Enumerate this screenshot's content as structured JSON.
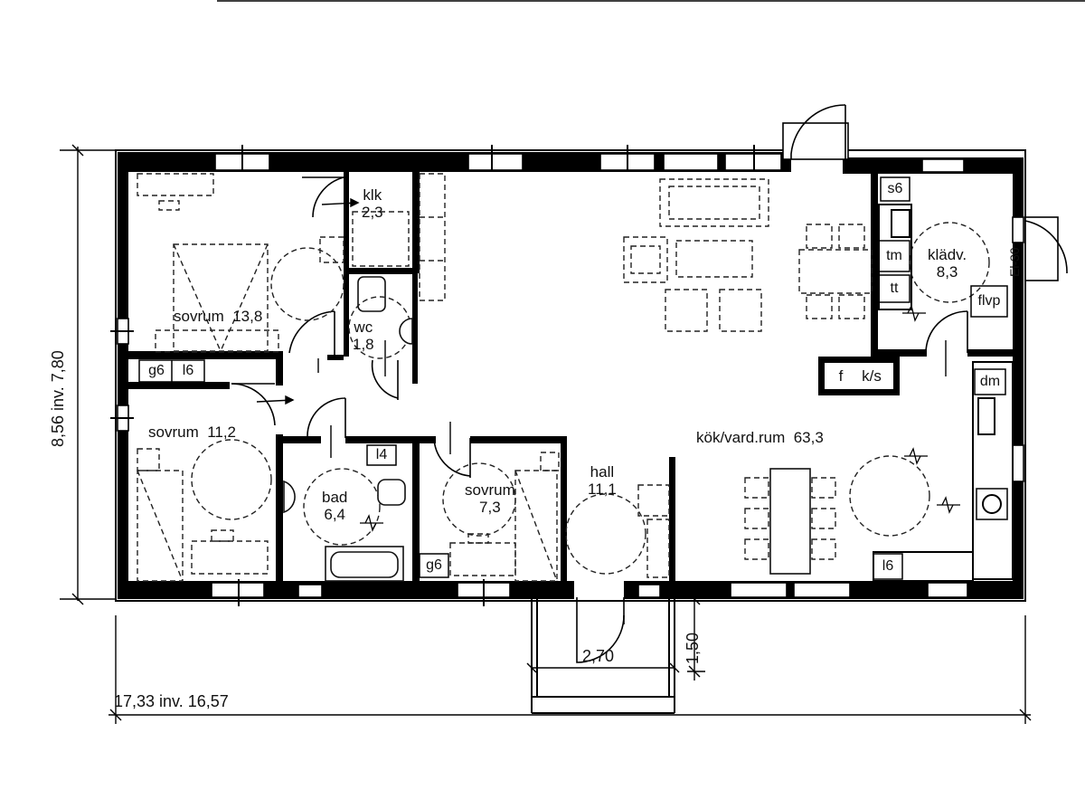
{
  "rooms": {
    "sovrum_master": {
      "name": "sovrum",
      "area": "13,8"
    },
    "klk": {
      "name": "klk",
      "area": "2,3"
    },
    "wc": {
      "name": "wc",
      "area": "1,8"
    },
    "sovrum_2": {
      "name": "sovrum",
      "area": "11,2"
    },
    "bad": {
      "name": "bad",
      "area": "6,4"
    },
    "sovrum_3": {
      "name": "sovrum",
      "area": "7,3"
    },
    "hall": {
      "name": "hall",
      "area": "11,1"
    },
    "kitchen_living": {
      "name": "kök/vard.rum",
      "area": "63,3"
    },
    "kladv": {
      "name": "klädv.",
      "area": "8,3"
    }
  },
  "fixtures": {
    "g6_a": "g6",
    "l6_a": "l6",
    "l4": "l4",
    "g6_b": "g6",
    "f": "f",
    "ks": "k/s",
    "s6": "s6",
    "tm": "tm",
    "tt": "tt",
    "flvp": "flvp",
    "dm": "dm",
    "l6_b": "l6",
    "el": "El-30"
  },
  "dimensions": {
    "width": "17,33  inv.  16,57",
    "height": "8,56  inv.  7,80",
    "porch_width": "2,70",
    "porch_depth": "1,50"
  }
}
